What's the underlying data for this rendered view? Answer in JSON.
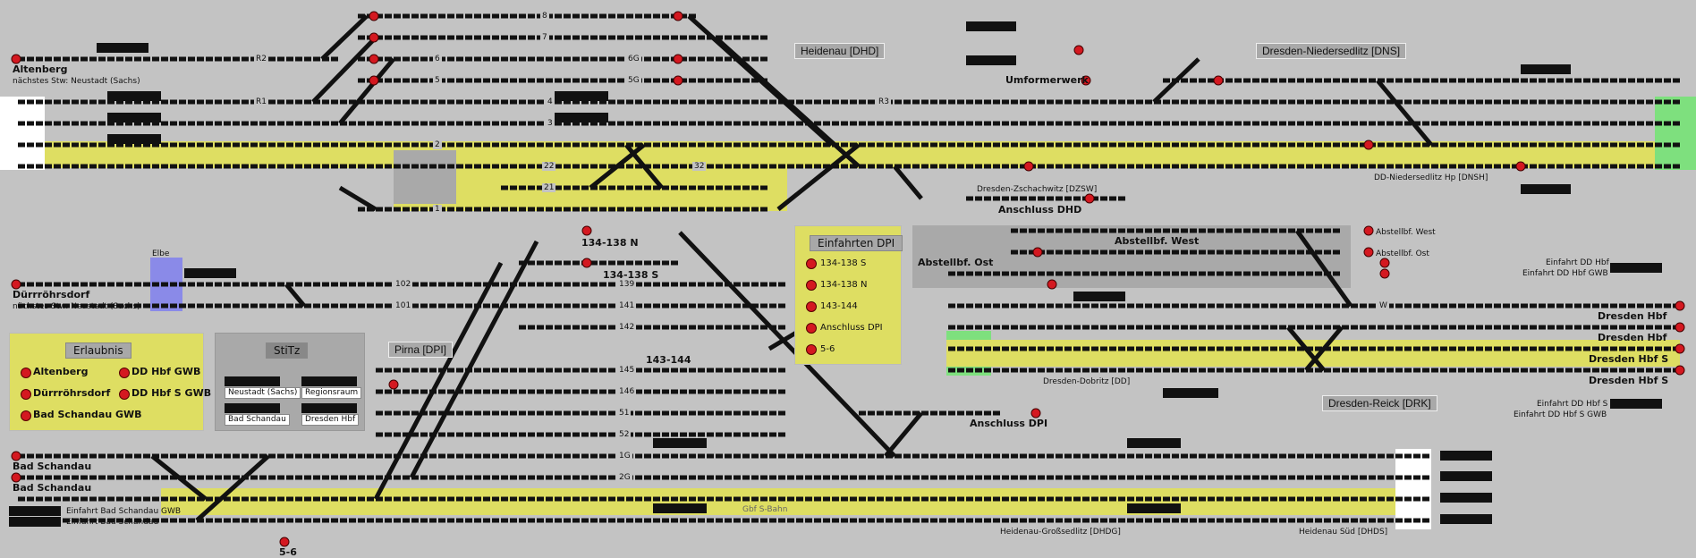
{
  "stations": {
    "heidenau": "Heidenau [DHD]",
    "niedersedlitz": "Dresden-Niedersedlitz [DNS]",
    "pirna": "Pirna [DPI]",
    "reick": "Dresden-Reick [DRK]",
    "stitz": "StiTz"
  },
  "places": {
    "altenberg": "Altenberg",
    "altenberg_next": "nächstes Stw: Neustadt (Sachs)",
    "duerrroehrsdorf": "Dürrröhrsdorf",
    "duerr_next": "nächstes Stw: Neustadt (Sachs)",
    "bad_schandau_1": "Bad Schandau",
    "bad_schandau_2": "Bad Schandau",
    "einfahrt_bs_gwb": "Einfahrt Bad Schandau GWB",
    "einfahrt_bs": "Einfahrt Bad Schandau",
    "elbe": "Elbe",
    "n134": "134-138 N",
    "s134": "134-138 S",
    "n143": "143-144",
    "n56": "5-6",
    "umformerwerk": "Umformerwerk",
    "anschluss_dhd": "Anschluss DHD",
    "zschachwitz": "Dresden-Zschachwitz [DZSW]",
    "abst_ost": "Abstellbf. Ost",
    "abst_west": "Abstellbf. West",
    "abst_west_leg": "Abstellbf. West",
    "abst_ost_leg": "Abstellbf. Ost",
    "einfahrt_dd_hbf": "Einfahrt DD Hbf",
    "einfahrt_dd_hbf_gwb": "Einfahrt DD Hbf GWB",
    "dresden_hbf_1": "Dresden Hbf",
    "dresden_hbf_2": "Dresden Hbf",
    "dresden_hbf_s1": "Dresden Hbf S",
    "dresden_hbf_s2": "Dresden Hbf S",
    "dobritz": "Dresden-Dobritz [DD]",
    "anschluss_dpi": "Anschluss DPI",
    "einfahrt_dd_hbf_s": "Einfahrt DD Hbf S",
    "einfahrt_dd_hbf_s_gwb": "Einfahrt DD Hbf S GWB",
    "grossedlitz": "Heidenau-Großsedlitz [DHDG]",
    "heidenau_sued": "Heidenau Süd [DHDS]",
    "niedersedlitz_hp": "DD-Niedersedlitz Hp [DNSH]",
    "gbf_sbahn": "Gbf S-Bahn"
  },
  "tracks": {
    "t8": "8",
    "t7": "7",
    "t6": "6",
    "t5": "5",
    "t4": "4",
    "t3": "3",
    "t2": "2",
    "t1": "1",
    "t6g": "6G",
    "t5g": "5G",
    "r2": "R2",
    "r1": "R1",
    "r3": "R3",
    "t22": "22",
    "t21": "21",
    "t32": "32",
    "t102": "102",
    "t101": "101",
    "t139": "139",
    "t141": "141",
    "t142": "142",
    "t145": "145",
    "t146": "146",
    "t51": "51",
    "t52": "52",
    "t2g": "2G",
    "t1g": "1G",
    "w": "W"
  },
  "panels": {
    "einfahrten": {
      "title": "Einfahrten DPI",
      "items": [
        "134-138 S",
        "134-138 N",
        "143-144",
        "Anschluss DPI",
        "5-6"
      ]
    },
    "erlaubnis": {
      "title": "Erlaubnis",
      "items": [
        "Altenberg",
        "DD Hbf GWB",
        "Dürrröhrsdorf",
        "DD Hbf S GWB",
        "Bad Schandau GWB"
      ]
    },
    "stitz": {
      "items": [
        "Neustadt (Sachs)",
        "Regionsraum",
        "Bad Schandau",
        "Dresden Hbf"
      ]
    }
  },
  "colors": {
    "background": "#c3c3c3",
    "yellow_zone": "#dede62",
    "green_zone": "#7ee07e",
    "blue_zone": "#8a8ae8",
    "signal_red": "#d41820",
    "track": "#111111"
  }
}
